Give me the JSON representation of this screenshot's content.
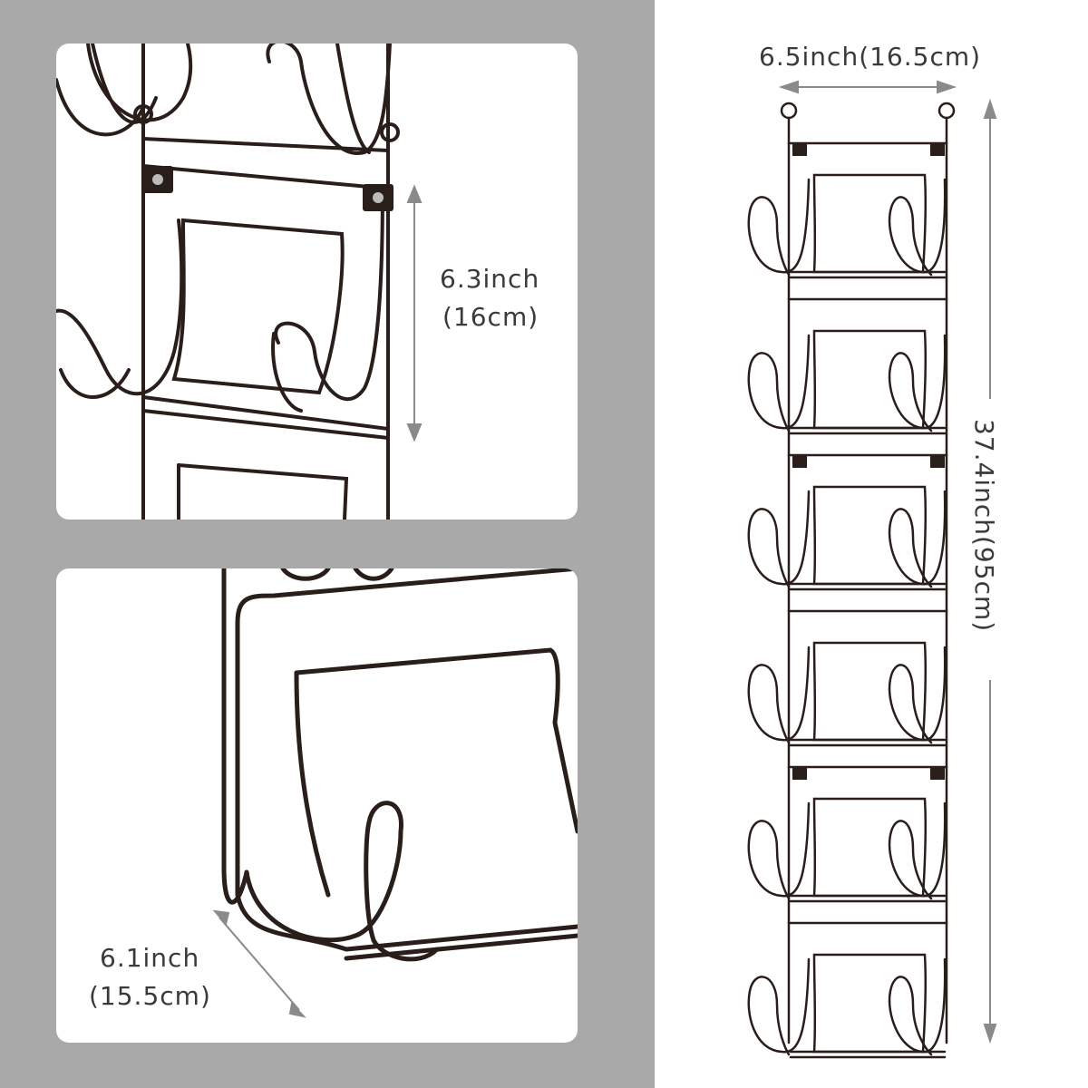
{
  "dimensions": {
    "height_top_detail": {
      "inch": "6.3inch",
      "cm": "(16cm)"
    },
    "depth_bottom_detail": {
      "inch": "6.1inch",
      "cm": "(15.5cm)"
    },
    "overall_width": {
      "label": "6.5inch(16.5cm)"
    },
    "overall_height": {
      "label": "37.4inch(95cm)"
    }
  },
  "product": {
    "tiers": 6
  },
  "colors": {
    "background_left": "#a9a9a9",
    "panel": "#ffffff",
    "wire": "#2a1e1a",
    "measure_line": "#8a8a8a",
    "text": "#3a3a3a"
  }
}
